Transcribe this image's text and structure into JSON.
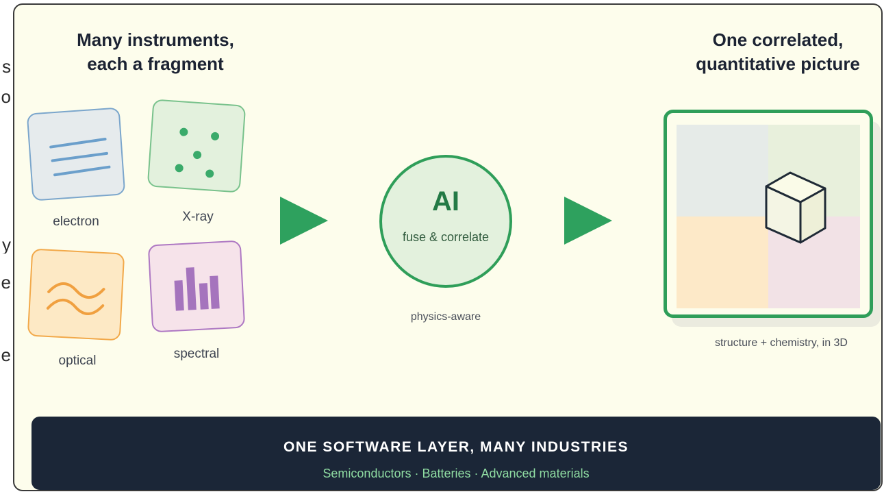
{
  "left_heading": [
    "Many instruments,",
    "each a fragment"
  ],
  "right_heading": [
    "One correlated,",
    "quantitative picture"
  ],
  "modalities": {
    "electron": {
      "label": "electron",
      "icon": "lines-icon",
      "color": "#7ba6cc"
    },
    "xray": {
      "label": "X-ray",
      "icon": "dots-icon",
      "color": "#79c28c"
    },
    "optical": {
      "label": "optical",
      "icon": "wave-icon",
      "color": "#f2a94a"
    },
    "spectral": {
      "label": "spectral",
      "icon": "bars-icon",
      "color": "#ae78c3"
    }
  },
  "ai_node": {
    "title": "AI",
    "subtitle": "fuse & correlate",
    "caption": "physics-aware"
  },
  "result": {
    "caption": "structure + chemistry, in 3D",
    "icon": "cube-icon"
  },
  "banner": {
    "title": "ONE SOFTWARE LAYER, MANY INDUSTRIES",
    "subtitle": "Semiconductors · Batteries · Advanced materials"
  },
  "edge_fragments": [
    "s",
    "o",
    "y",
    "e",
    "e"
  ],
  "colors": {
    "accent_green": "#2ea15e",
    "panel_background": "#fdfdec",
    "banner_background": "#1b2637",
    "banner_subtitle": "#8fdca2"
  }
}
